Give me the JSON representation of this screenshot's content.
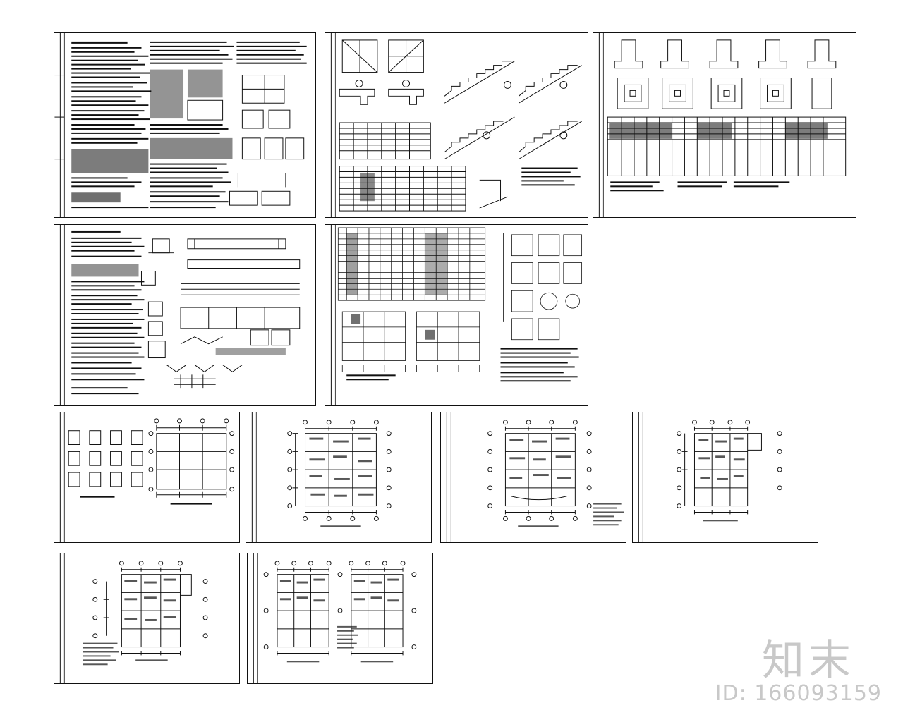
{
  "canvas": {
    "background": "#ffffff",
    "line_color": "#111111"
  },
  "sheets": [
    {
      "id": "s1",
      "kind": "general-notes"
    },
    {
      "id": "s2",
      "kind": "stair-details"
    },
    {
      "id": "s3",
      "kind": "foundation-details"
    },
    {
      "id": "s4",
      "kind": "structural-notes"
    },
    {
      "id": "s5",
      "kind": "column-schedule"
    },
    {
      "id": "s6",
      "kind": "foundation-plan"
    },
    {
      "id": "s7",
      "kind": "floor-plan"
    },
    {
      "id": "s8",
      "kind": "floor-plan"
    },
    {
      "id": "s9",
      "kind": "floor-plan"
    },
    {
      "id": "s10",
      "kind": "floor-plan"
    },
    {
      "id": "s11",
      "kind": "roof-plan"
    }
  ],
  "watermark": {
    "logo": "知末",
    "id_text": "ID: 166093159",
    "color": "#c8c8c8"
  }
}
